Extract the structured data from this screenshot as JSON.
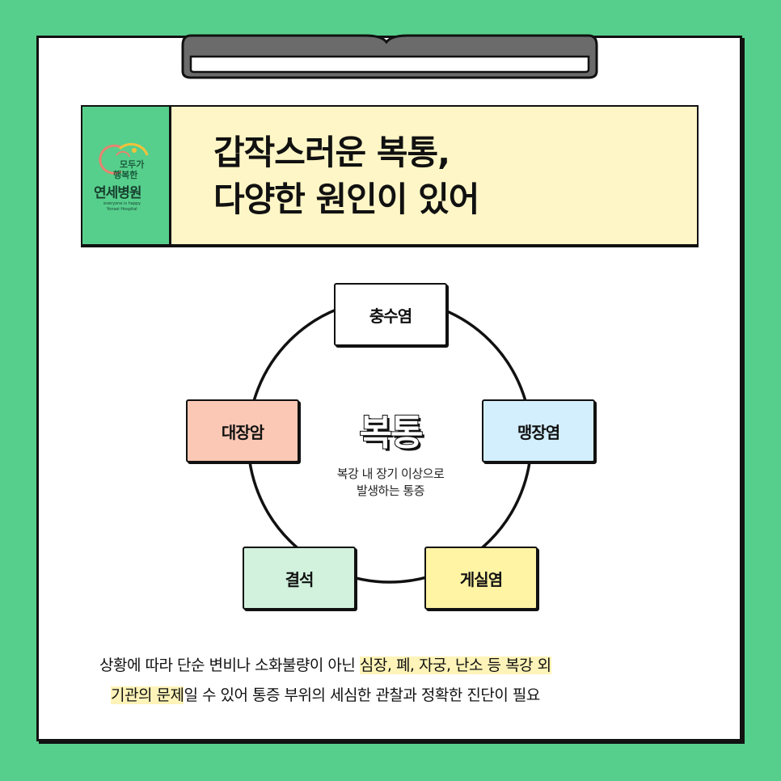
{
  "logo": {
    "line1": "모두가",
    "line2": "행복한",
    "name": "연세병원",
    "sub1": "everyone is happy",
    "sub2": "Yonsei Hospital"
  },
  "title": "갑작스러운 복통,\n다양한 원인이 있어",
  "center": {
    "title": "복통",
    "description": "복강 내 장기 이상으로\n발생하는 통증"
  },
  "causes": [
    {
      "label": "충수염",
      "color": "#ffffff"
    },
    {
      "label": "맹장염",
      "color": "#d3eefc"
    },
    {
      "label": "게실염",
      "color": "#fff3a4"
    },
    {
      "label": "결석",
      "color": "#d2f2de"
    },
    {
      "label": "대장암",
      "color": "#fbc8b5"
    }
  ],
  "footer": {
    "line1_plain": "상황에 따라 단순 변비나 소화불량이 아닌 ",
    "line1_highlight": "심장, 폐, 자궁, 난소 등 복강 외",
    "line2_highlight": "기관의 문제",
    "line2_plain": "일 수 있어 통증 부위의 세심한 관찰과 정확한 진단이 필요"
  },
  "colors": {
    "background": "#57cf8c",
    "header_bg": "#fef6c6",
    "highlight": "#fef3b8"
  }
}
